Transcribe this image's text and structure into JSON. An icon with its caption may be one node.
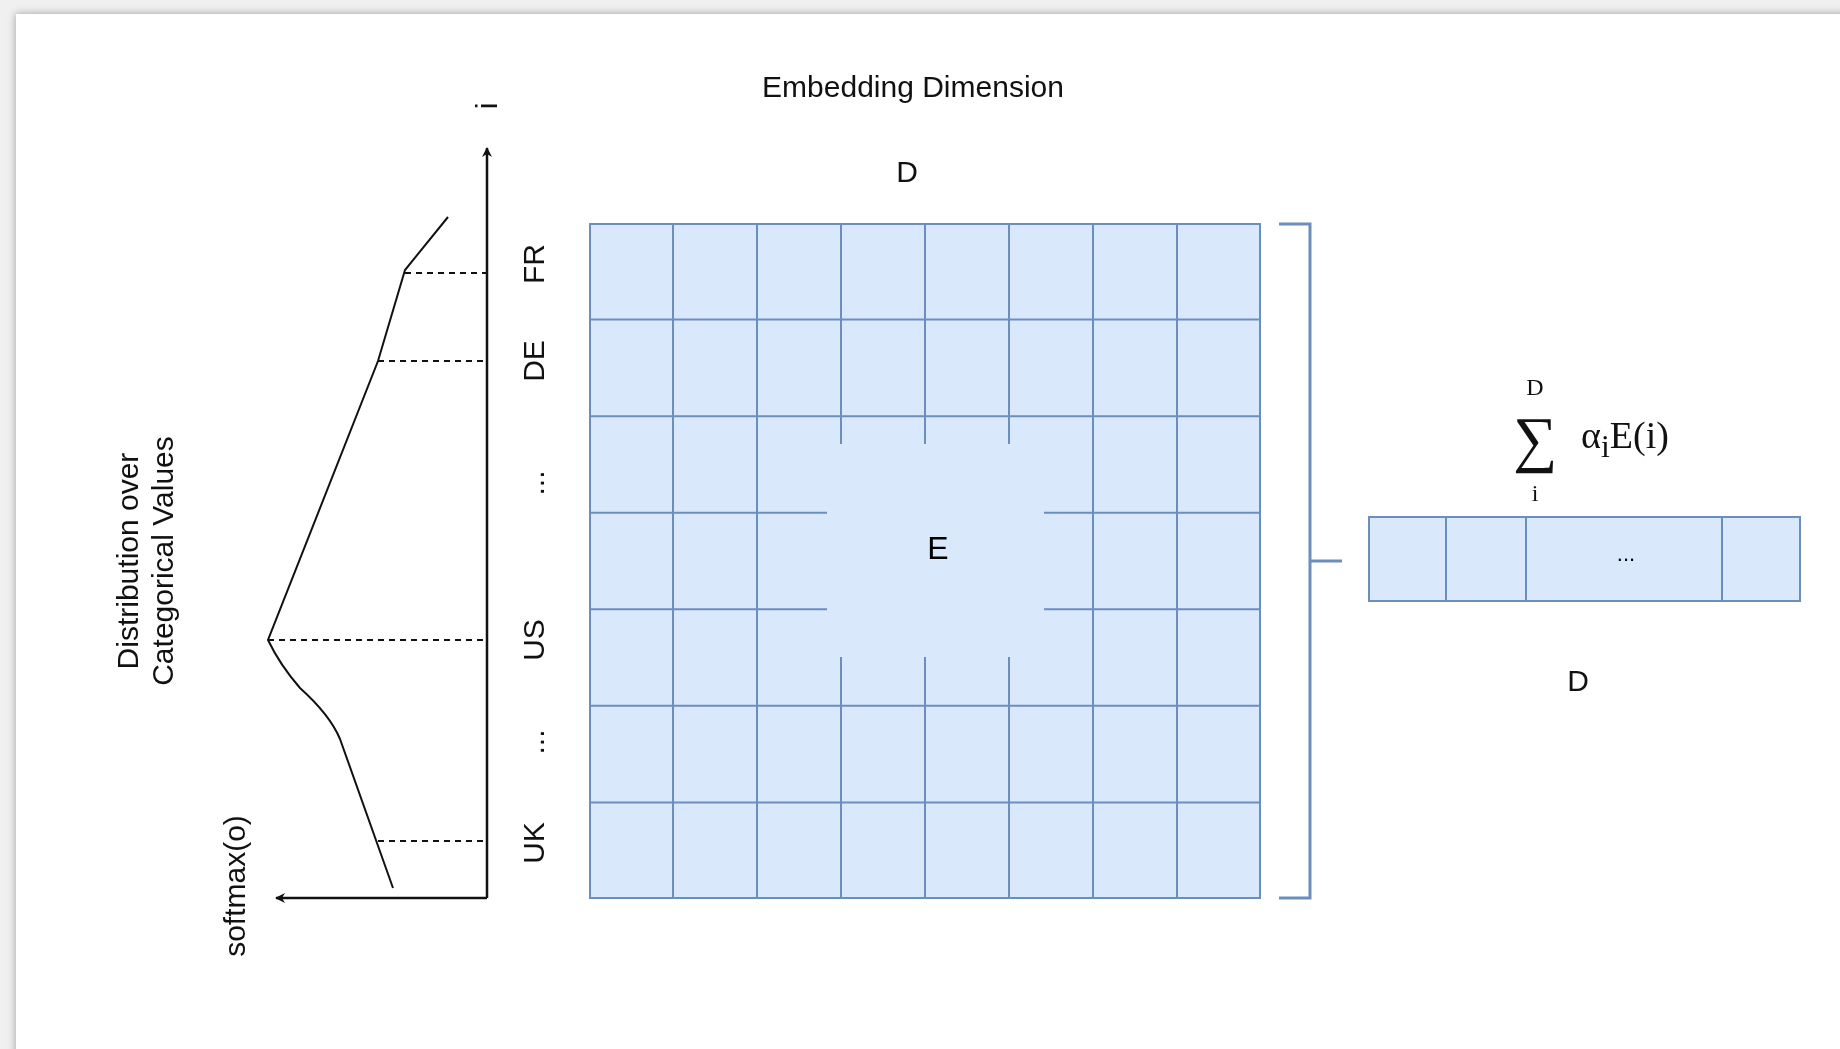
{
  "diagram": {
    "nodes": [
      {
        "text": [
          "E"
        ]
      },
      {
        "text": [
          "..."
        ]
      }
    ],
    "labels": [
      "Embedding Dimension",
      "i",
      "D",
      "FR",
      "DE",
      "...",
      "US",
      "...",
      "UK",
      "Distribution over Categorical Values",
      "D",
      "∑",
      "i",
      "α$_{i}$E(i)",
      "D",
      "softmax(o)"
    ]
  }
}
